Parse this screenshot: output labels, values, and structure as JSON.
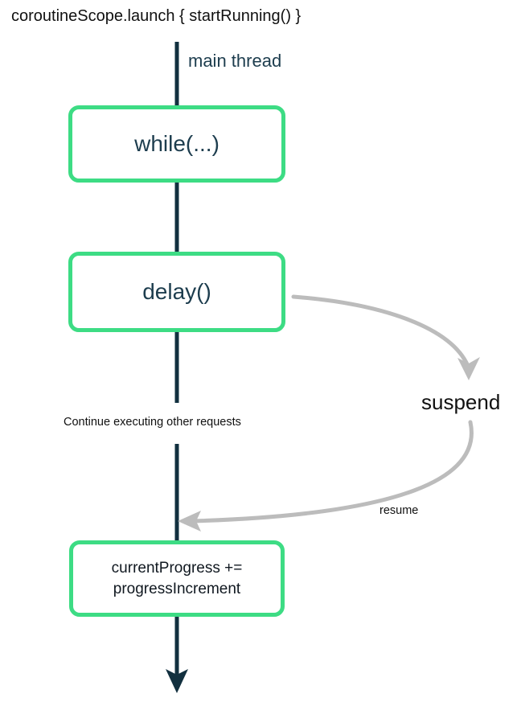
{
  "diagram": {
    "title": "coroutineScope.launch { startRunning() }",
    "lifeline": {
      "label": "main thread",
      "color": "#12303f"
    },
    "colors": {
      "box_border": "#3ddc84",
      "box_fill": "#ffffff",
      "lifeline": "#12303f",
      "suspend_arrow": "#bcbcbc",
      "dark_text": "#1d3d4e",
      "black_text": "#111111",
      "background": "#ffffff"
    },
    "nodes": [
      {
        "id": "while",
        "label": "while(...)",
        "shape": "rounded-rect",
        "border_color": "#3ddc84"
      },
      {
        "id": "delay",
        "label": "delay()",
        "shape": "rounded-rect",
        "border_color": "#3ddc84"
      },
      {
        "id": "progress",
        "label_line1": "currentProgress +=",
        "label_line2": "progressIncrement",
        "shape": "rounded-rect",
        "border_color": "#3ddc84"
      }
    ],
    "annotations": [
      {
        "id": "continue",
        "text": "Continue executing other requests"
      },
      {
        "id": "suspend",
        "text": "suspend"
      },
      {
        "id": "resume",
        "text": "resume"
      }
    ]
  }
}
